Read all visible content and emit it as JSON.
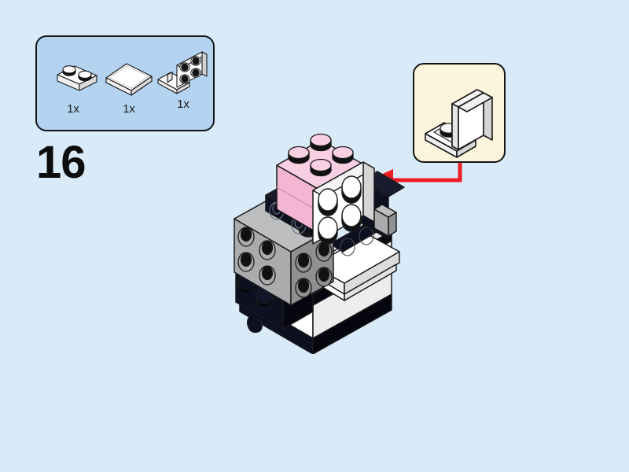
{
  "page": {
    "background_color": "#d9eaf8",
    "step_number": "16",
    "title": "LEGO building instruction step 16"
  },
  "parts_box": {
    "background_color": "#b3d3f0",
    "border_color": "#141414",
    "items": [
      {
        "name": "plate-1x2-white",
        "qty_label": "1x",
        "color": "#ffffff",
        "description": "1x2 plate, white"
      },
      {
        "name": "tile-2x2-white",
        "qty_label": "1x",
        "color": "#ffffff",
        "description": "2x2 tile, white"
      },
      {
        "name": "bracket-1x2-2x2-white",
        "qty_label": "1x",
        "color": "#ffffff",
        "description": "1x2 - 2x2 bracket, white"
      }
    ]
  },
  "callout": {
    "background_color": "#fdf4dd",
    "border_color": "#141414",
    "name": "sub-assembly-callout",
    "description": "bracket with 2x2 tile attached to upright face"
  },
  "arrow": {
    "color": "#ee1c24",
    "name": "placement-arrow",
    "direction": "left"
  },
  "model": {
    "name": "brickheadz-model",
    "colors": {
      "pink": "#f3b6d2",
      "pink_shade": "#e09cbc",
      "white": "#ffffff",
      "white_shade": "#e8e8e8",
      "gray": "#a9abad",
      "gray_shade": "#8e9092",
      "black": "#0d1020",
      "black_shade": "#05060f",
      "outline": "#1a1a1a"
    },
    "description": "Isometric LEGO BrickHeadz-style figure with pink hair bricks on top, gray side-stud bricks, white and black torso, and white bracket holding a white tile on the right side"
  }
}
